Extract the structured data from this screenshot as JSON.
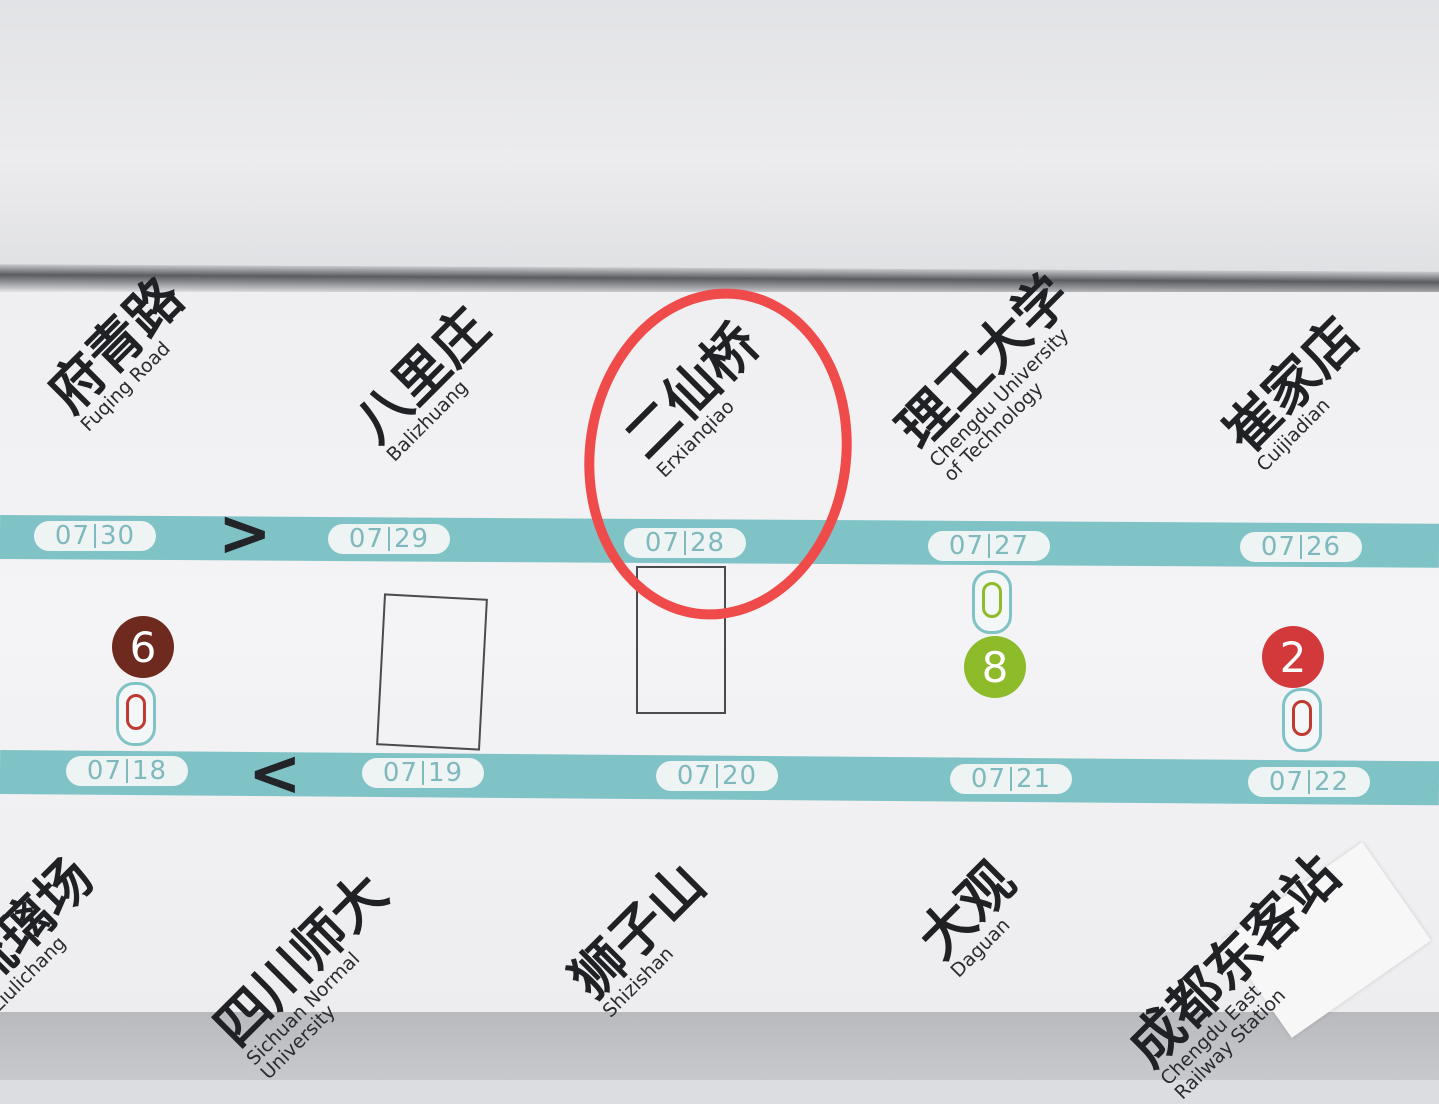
{
  "colors": {
    "track": "#7fc3c6",
    "highlight": "#f04b4b",
    "line6": "#6e2a1e",
    "line8": "#8dbb2a",
    "line2": "#d3393b"
  },
  "top_direction": {
    "stations": [
      {
        "zh": "府青路",
        "en": "Fuqing Road",
        "time": [
          "07",
          "30"
        ]
      },
      {
        "zh": "八里庄",
        "en": "Balizhuang",
        "time": [
          "07",
          "29"
        ]
      },
      {
        "zh": "二仙桥",
        "en": "Erxianqiao",
        "time": [
          "07",
          "28"
        ]
      },
      {
        "zh": "理工大学",
        "en": "Chengdu University",
        "en2": "of Technology",
        "time": [
          "07",
          "27"
        ]
      },
      {
        "zh": "崔家店",
        "en": "Cuijiadian",
        "time": [
          "07",
          "26"
        ]
      }
    ]
  },
  "bottom_direction": {
    "stations": [
      {
        "zh": "琉璃场",
        "en": "Liulichang",
        "time": [
          "07",
          "18"
        ]
      },
      {
        "zh": "四川师大",
        "en": "Sichuan Normal",
        "en2": "University",
        "time": [
          "07",
          "19"
        ]
      },
      {
        "zh": "狮子山",
        "en": "Shizishan",
        "time": [
          "07",
          "20"
        ]
      },
      {
        "zh": "大观",
        "en": "Daguan",
        "time": [
          "07",
          "21"
        ]
      },
      {
        "zh": "成都东客站",
        "en": "Chengdu East",
        "en2": "Railway Station",
        "time": [
          "07",
          "22"
        ]
      }
    ]
  },
  "transfer_lines": [
    {
      "line": "6",
      "color_name": "brown"
    },
    {
      "line": "8",
      "color_name": "green"
    },
    {
      "line": "2",
      "color_name": "red"
    }
  ]
}
